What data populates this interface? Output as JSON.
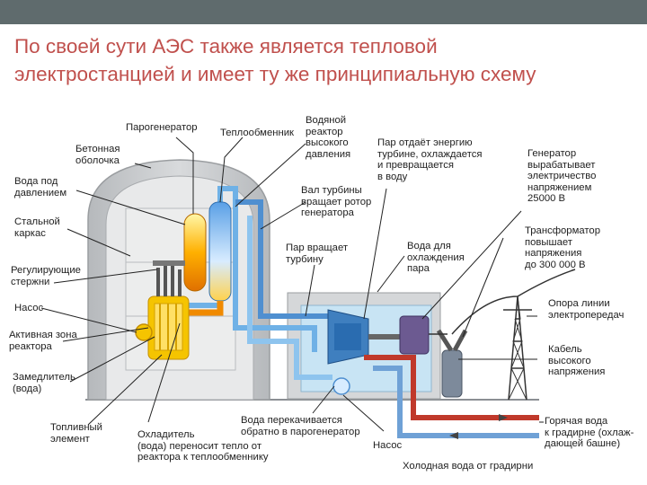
{
  "header": {
    "title_line1": "По своей сути АЭС также является тепловой",
    "title_line2": "электростанцией и имеет ту же принципиальную схему"
  },
  "labels": {
    "steam_generator": "Парогенератор",
    "heat_exchanger": "Теплообменник",
    "water_reactor": "Водяной\nреактор\nвысокого\nдавления",
    "steam_gives_energy": "Пар отдаёт энергию\nтурбине, охлаждается\nи превращается\nв воду",
    "generator_produces": "Генератор\nвырабатывает\nэлектричество\nнапряжением\n25000 В",
    "concrete_shell": "Бетонная\nоболочка",
    "water_under_pressure": "Вода под\nдавлением",
    "steel_frame": "Стальной\nкаркас",
    "turbine_shaft": "Вал турбины\nвращает ротор\nгенератора",
    "transformer": "Трансформатор\nповышает\nнапряжения\nдо 300 000 В",
    "steam_rotates_turbine": "Пар вращает\nтурбину",
    "cooling_water": "Вода для\nохлаждения\nпара",
    "control_rods": "Регулирующие\nстержни",
    "pump_left": "Насос",
    "power_line_support": "Опора линии\nэлектропередач",
    "active_zone": "Активная зона\nреактора",
    "moderator": "Замедлитель\n(вода)",
    "hv_cable": "Кабель\nвысокого\nнапряжения",
    "fuel_element": "Топливный\nэлемент",
    "coolant": "Охладитель\n(вода) переносит тепло от\nреактора к теплообменнику",
    "water_pumped_back": "Вода перекачивается\nобратно в парогенератор",
    "pump_bottom": "Насос",
    "hot_water": "Горячая вода\nк градирне (охлаж-\nдающей башне)",
    "cold_water": "Холодная вода от градирни"
  },
  "colors": {
    "topbar": "#5f6b6d",
    "title": "#c0504d",
    "building": "#c9cbcd",
    "hot_water": "#c0392b",
    "cold_water": "#5a8fc8",
    "reactor": "#f5c400"
  }
}
